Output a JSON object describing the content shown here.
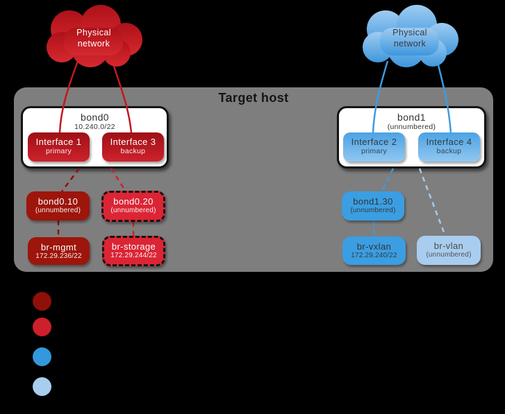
{
  "host": {
    "title": "Target host"
  },
  "clouds": {
    "left": {
      "label": "Physical\nnetwork"
    },
    "right": {
      "label": "Physical\nnetwork"
    }
  },
  "bond_groups": [
    {
      "name": "bond0",
      "subtitle": "10.240.0/22",
      "interfaces": [
        {
          "title": "Interface 1",
          "role": "primary"
        },
        {
          "title": "Interface 3",
          "role": "backup"
        }
      ]
    },
    {
      "name": "bond1",
      "subtitle": "(unnumbered)",
      "interfaces": [
        {
          "title": "Interface 2",
          "role": "primary"
        },
        {
          "title": "Interface 4",
          "role": "backup"
        }
      ]
    }
  ],
  "nodes": {
    "bond0_10": {
      "title": "bond0.10",
      "subtitle": "(unnumbered)"
    },
    "bond0_20": {
      "title": "bond0.20",
      "subtitle": "(unnumbered)"
    },
    "br_mgmt": {
      "title": "br-mgmt",
      "subtitle": "172.29.236/22"
    },
    "br_storage": {
      "title": "br-storage",
      "subtitle": "172.29.244/22"
    },
    "bond1_30": {
      "title": "bond1.30",
      "subtitle": "(unnumbered)"
    },
    "br_vxlan": {
      "title": "br-vxlan",
      "subtitle": "172.29.240/22"
    },
    "br_vlan": {
      "title": "br-vlan",
      "subtitle": "(unnumbered)"
    }
  },
  "colors": {
    "host_background": "#7E7E7E",
    "dark_red": "#9D150B",
    "bright_red": "#DB2535",
    "blue": "#3B9EE2",
    "light_blue": "#A9CDEF",
    "red_line": "#C2181F",
    "blue_line": "#3E9ADF"
  },
  "legend": {
    "dots": [
      {
        "name": "dark-red-dot",
        "color": "#8E1009"
      },
      {
        "name": "bright-red-dot",
        "color": "#CE1F2C"
      },
      {
        "name": "blue-dot",
        "color": "#3498DC"
      },
      {
        "name": "light-blue-dot",
        "color": "#A9CDEF"
      }
    ]
  }
}
